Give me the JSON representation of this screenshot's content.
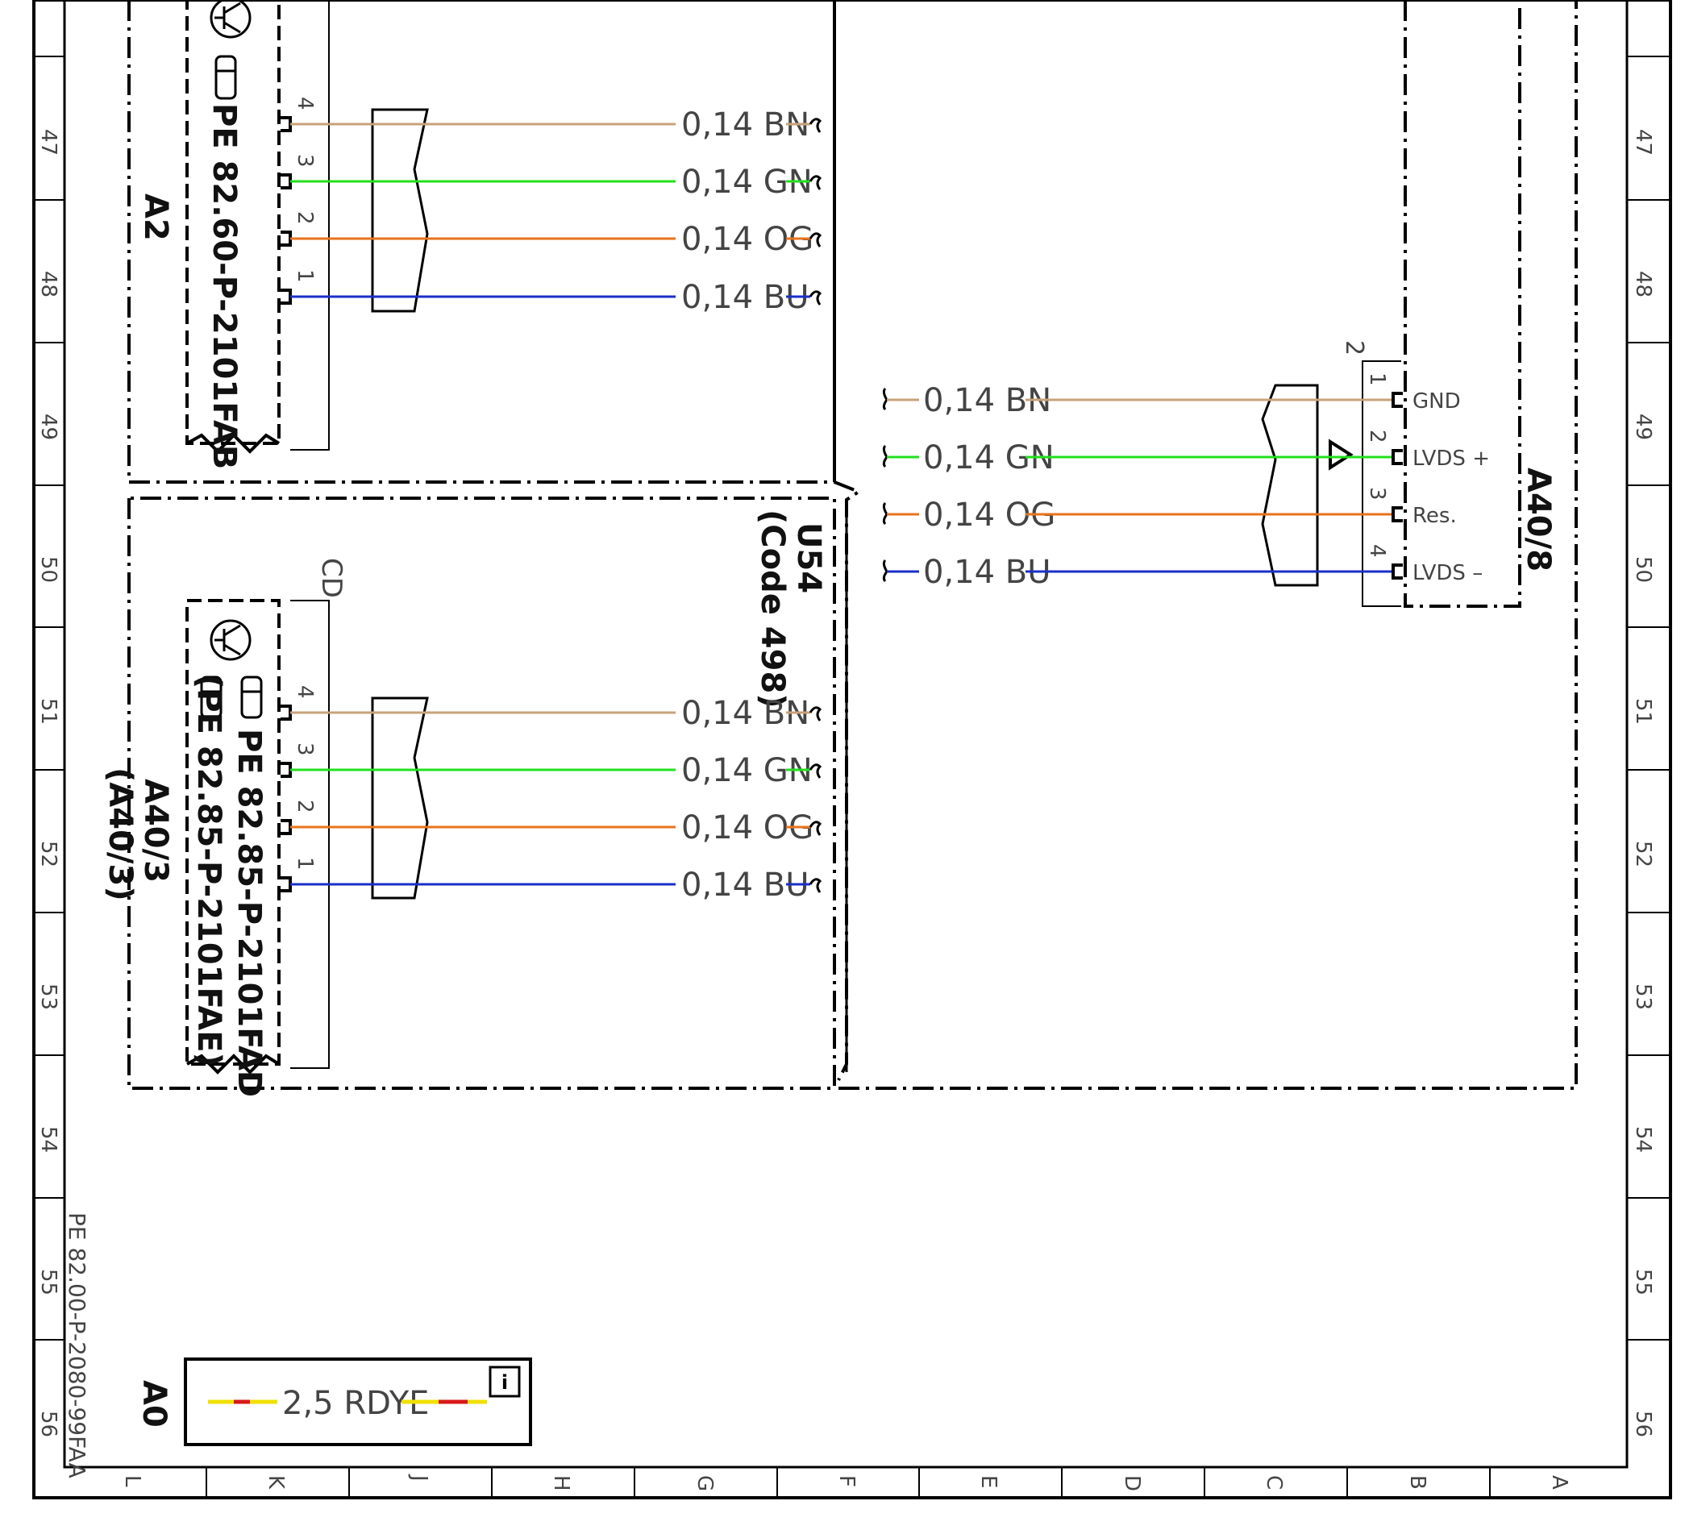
{
  "row_numbers": [
    "47",
    "48",
    "49",
    "50",
    "51",
    "52",
    "53",
    "54",
    "55",
    "56"
  ],
  "column_letters": [
    "L",
    "K",
    "J",
    "H",
    "G",
    "F",
    "E",
    "D",
    "C",
    "B",
    "A"
  ],
  "components": {
    "a2": {
      "name": "A2",
      "ref": "PE 82.60-P-2101FAB"
    },
    "a40_3": {
      "name": "A40/3",
      "alt_name": "(A40/3)",
      "ref": "PE 82.85-P-2101FAD",
      "alt_ref": "(PE 82.85-P-2101FAE)",
      "code": "CD"
    },
    "u54": {
      "name": "U54",
      "code": "(Code 498)"
    },
    "a40_8": {
      "name": "A40/8",
      "connector": "2",
      "pins": [
        {
          "num": "1",
          "label": "GND"
        },
        {
          "num": "2",
          "label": "LVDS +"
        },
        {
          "num": "3",
          "label": "Res."
        },
        {
          "num": "4",
          "label": "LVDS –"
        }
      ]
    }
  },
  "wires": [
    {
      "label": "0,14  BN",
      "color": "#c8a27a",
      "pin": "4"
    },
    {
      "label": "0,14  GN",
      "color": "#22e01c",
      "pin": "3"
    },
    {
      "label": "0,14  OG",
      "color": "#e8731c",
      "pin": "2"
    },
    {
      "label": "0,14  BU",
      "color": "#1a2fc8",
      "pin": "1"
    }
  ],
  "legend": {
    "name": "A0",
    "wire_label": "2,5  RDYE",
    "colors": [
      "#f0e000",
      "#d81818"
    ],
    "info_icon": "i"
  },
  "footer_ref": "PE 82.00-P-2080-99FAA"
}
